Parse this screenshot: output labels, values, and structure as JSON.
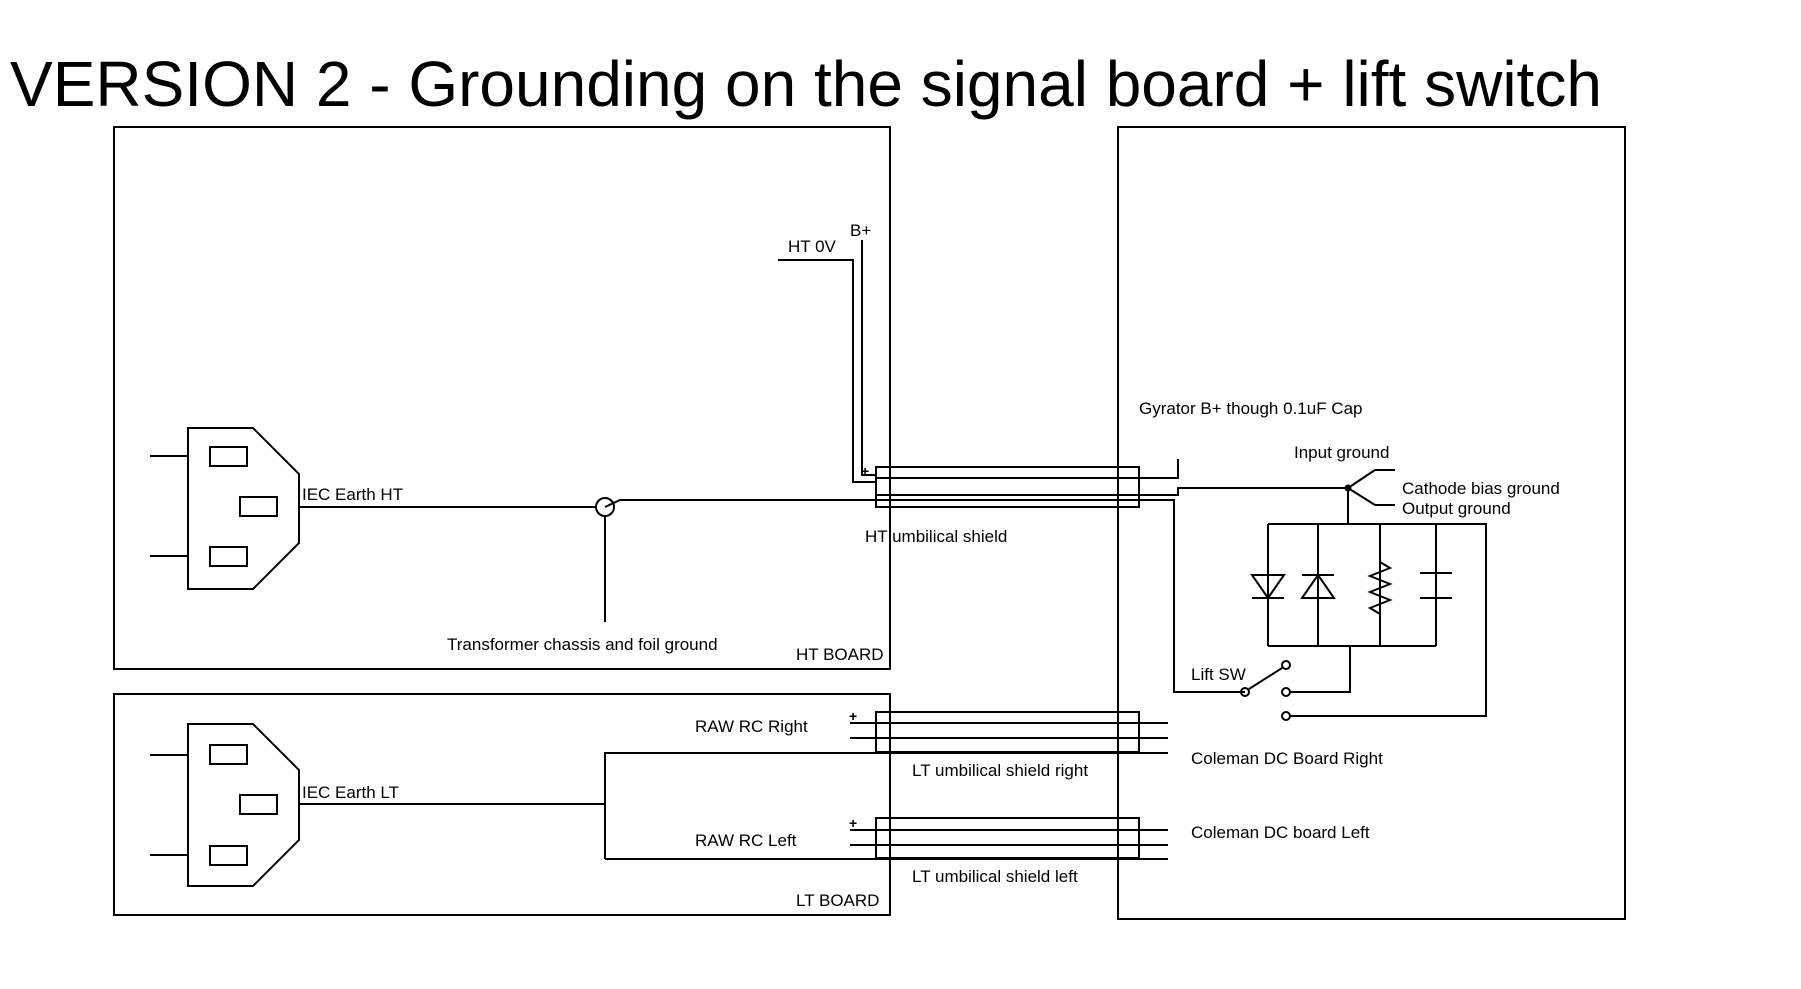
{
  "title": "VERSION 2 - Grounding on the signal board + lift switch",
  "labels": {
    "ht_0v": "HT 0V",
    "b_plus": "B+",
    "iec_earth_ht": "IEC Earth HT",
    "transformer_ground": "Transformer chassis and foil ground",
    "ht_board": "HT BOARD",
    "ht_umbilical_shield": "HT umbilical shield",
    "gyrator": "Gyrator B+ though 0.1uF Cap",
    "input_ground": "Input ground",
    "cathode_bias_ground": "Cathode bias ground",
    "output_ground": "Output ground",
    "lift_sw": "Lift SW",
    "raw_rc_right": "RAW RC Right",
    "raw_rc_left": "RAW RC Left",
    "iec_earth_lt": "IEC Earth LT",
    "lt_board": "LT BOARD",
    "lt_shield_right": "LT umbilical shield right",
    "lt_shield_left": "LT umbilical shield left",
    "coleman_right": "Coleman DC Board Right",
    "coleman_left": "Coleman DC board Left",
    "plus_sign": "+"
  }
}
